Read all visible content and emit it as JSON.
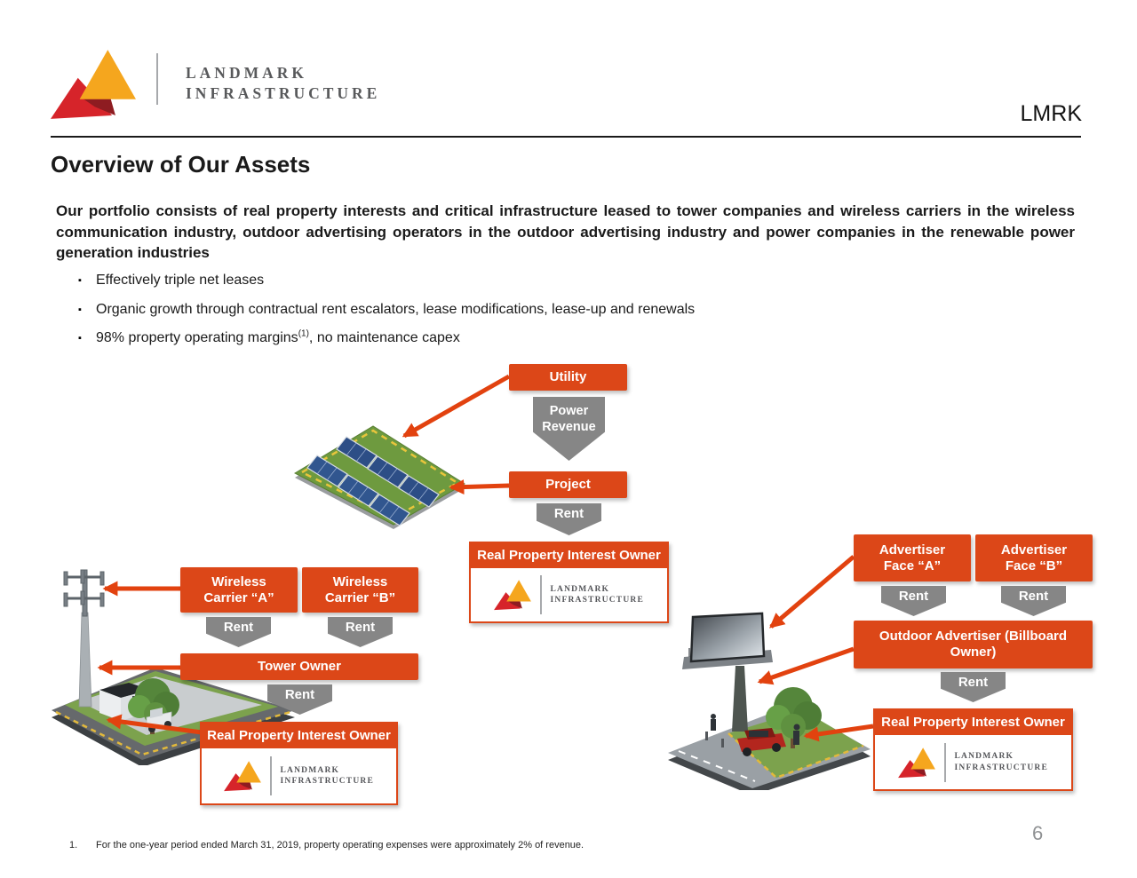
{
  "header": {
    "brand_line1": "LANDMARK",
    "brand_line2": "INFRASTRUCTURE",
    "ticker": "LMRK"
  },
  "title": "Overview of Our Assets",
  "intro": "Our portfolio consists of real property interests and critical infrastructure leased to tower companies and wireless carriers in the wireless communication industry, outdoor advertising operators in the outdoor advertising industry and power companies in the renewable power generation industries",
  "bullet_icon": "▪",
  "bullets": [
    "Effectively triple net leases",
    "Organic growth through contractual rent escalators, lease modifications, lease-up and renewals",
    {
      "pre": "98% property operating margins",
      "sup": "(1)",
      "post": ", no maintenance capex"
    }
  ],
  "flows": {
    "center": {
      "utility": "Utility",
      "power_revenue": "Power Revenue",
      "project": "Project",
      "rent": "Rent",
      "owner": "Real Property Interest Owner"
    },
    "tower": {
      "carrier_a": "Wireless Carrier “A”",
      "carrier_b": "Wireless Carrier “B”",
      "rent_a": "Rent",
      "rent_b": "Rent",
      "tower_owner": "Tower Owner",
      "rent_owner": "Rent",
      "owner": "Real Property Interest Owner"
    },
    "billboard": {
      "advertiser_a": "Advertiser Face “A”",
      "advertiser_b": "Advertiser Face “B”",
      "rent_a": "Rent",
      "rent_b": "Rent",
      "outdoor_advertiser": "Outdoor Advertiser (Billboard Owner)",
      "rent_owner": "Rent",
      "owner": "Real Property Interest Owner"
    }
  },
  "illustrations": {
    "solar": "solar-farm",
    "tower": "cell-tower-site",
    "billboard": "billboard-site"
  },
  "footnote": {
    "number": "1.",
    "text": "For the one-year period ended March 31, 2019, property operating expenses were approximately 2% of revenue."
  },
  "page_number": "6",
  "colors": {
    "accent_orange": "#DC4718",
    "arrow_red": "#E2420F",
    "flow_gray": "#868686",
    "brand_yellow": "#F5A61E",
    "brand_red": "#D6242A",
    "brand_dark_red": "#8E1C21"
  }
}
